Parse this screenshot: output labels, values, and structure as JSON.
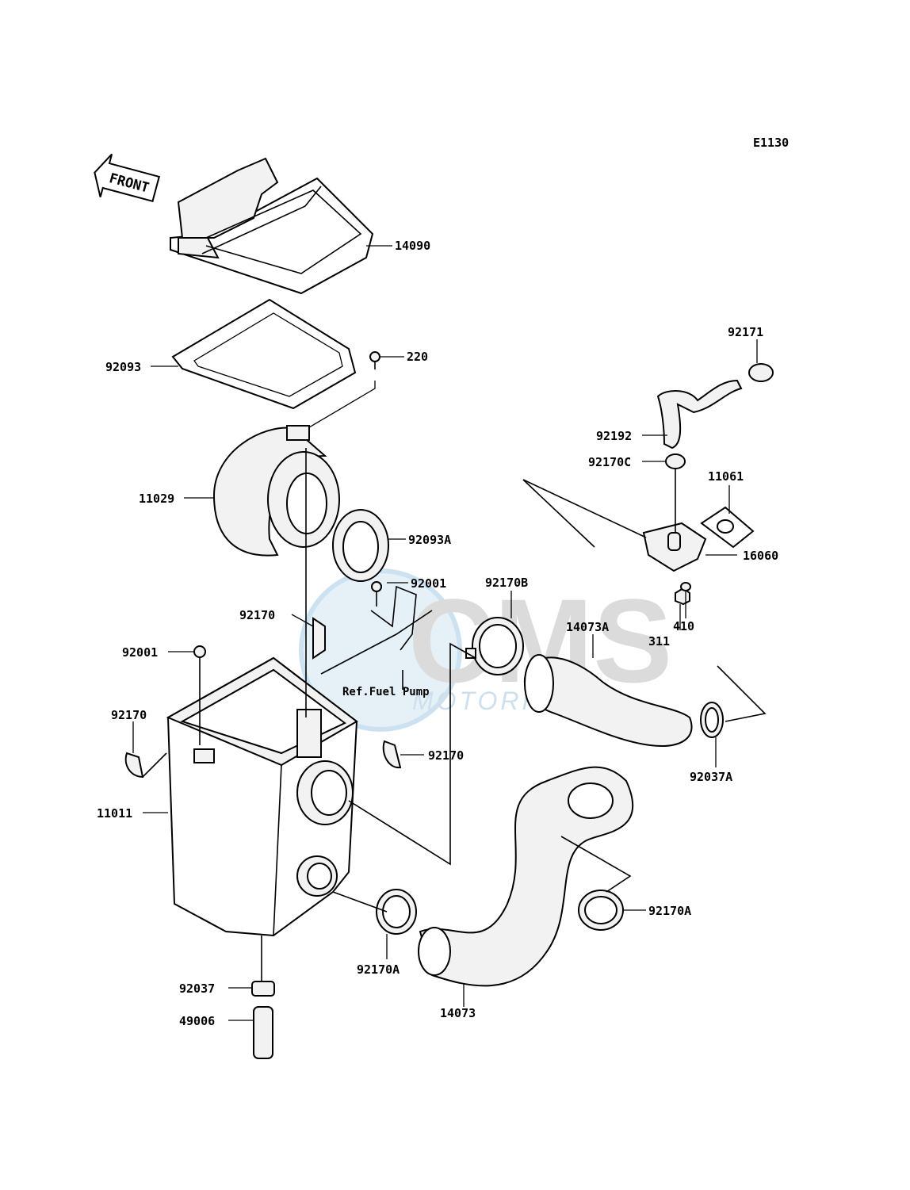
{
  "diagram": {
    "code": "E1130",
    "front_label": "FRONT",
    "reference_note": "Ref.Fuel Pump",
    "watermark": {
      "main": "CMS",
      "sub": "MOTORPARTS"
    },
    "labels": {
      "p14090": "14090",
      "p92093": "92093",
      "p220": "220",
      "p11029": "11029",
      "p92093A": "92093A",
      "p92001a": "92001",
      "p92001b": "92001",
      "p92170a": "92170",
      "p92170b": "92170",
      "p92170c": "92170",
      "p11011": "11011",
      "p92037": "92037",
      "p49006": "49006",
      "p92170A1": "92170A",
      "p92170A2": "92170A",
      "p92170B": "92170B",
      "p14073A": "14073A",
      "p14073": "14073",
      "p92037A": "92037A",
      "p92171": "92171",
      "p92192": "92192",
      "p92170C": "92170C",
      "p11061": "11061",
      "p16060": "16060",
      "p311": "311",
      "p410": "410"
    }
  }
}
